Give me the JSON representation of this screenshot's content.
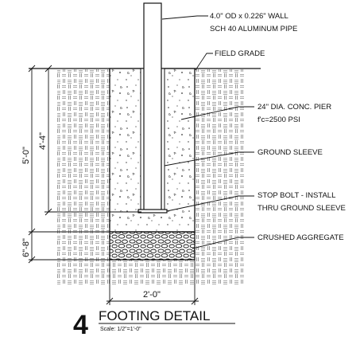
{
  "detail": {
    "number": "4",
    "title": "FOOTING DETAIL",
    "scale": "Scale: 1/2\"=1'-0\""
  },
  "callouts": {
    "pipe_line1": "4.0\" OD  x 0.226\" WALL",
    "pipe_line2": "SCH 40 ALUMINUM PIPE",
    "grade": "FIELD GRADE",
    "pier_line1": "24\" DIA. CONC. PIER",
    "pier_line2": "f'c=2500 PSI",
    "sleeve": "GROUND SLEEVE",
    "bolt_line1": "STOP BOLT - INSTALL",
    "bolt_line2": "THRU GROUND SLEEVE",
    "aggregate": "CRUSHED AGGREGATE"
  },
  "dimensions": {
    "total_depth": "5'-0\"",
    "sleeve_depth": "4'-4\"",
    "aggregate_depth": "6\"-8\"",
    "pier_width": "2'-0\""
  },
  "colors": {
    "line": "#111111",
    "background": "#ffffff"
  }
}
